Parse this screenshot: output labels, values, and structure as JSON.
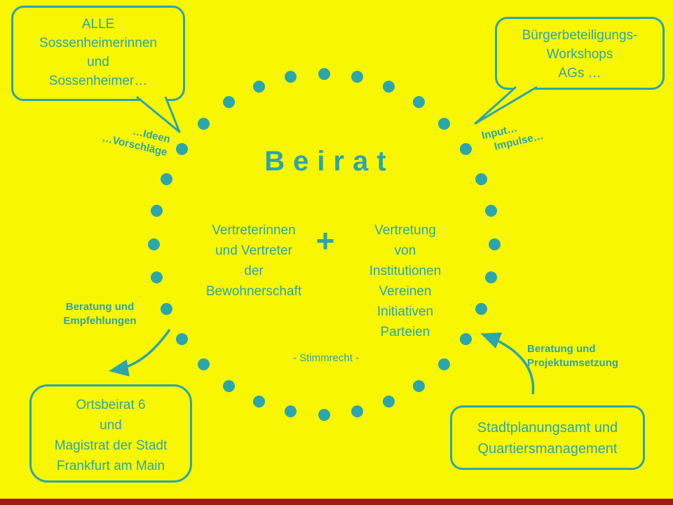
{
  "title": "Beirat",
  "center": {
    "left_group": [
      "Vertreterinnen",
      "und Vertreter",
      "der",
      "Bewohnerschaft"
    ],
    "plus": "+",
    "right_group": [
      "Vertretung",
      "von",
      "Institutionen",
      "Vereinen",
      "Initiativen",
      "Parteien"
    ],
    "voting_note": "- Stimmrecht -"
  },
  "bubbles": {
    "top_left": {
      "lines": [
        "ALLE",
        "Sossenheimerinnen",
        "und",
        "Sossenheimer…"
      ]
    },
    "top_right": {
      "lines": [
        "Bürgerbeteiligungs-",
        "Workshops",
        "AGs …"
      ]
    },
    "bottom_left": {
      "lines": [
        "Ortsbeirat 6",
        "und",
        "Magistrat der Stadt",
        "Frankfurt am Main"
      ]
    },
    "bottom_right": {
      "lines": [
        "Stadtplanungsamt und",
        "Quartiersmanagement"
      ]
    }
  },
  "labels": {
    "ideas": {
      "lines": [
        "…Ideen",
        "…Vorschläge"
      ]
    },
    "input": {
      "lines": [
        "Input…",
        "Impulse…"
      ]
    },
    "advice_left": {
      "lines": [
        "Beratung und",
        "Empfehlungen"
      ]
    },
    "advice_right": {
      "lines": [
        "Beratung und",
        "Projektumsetzung"
      ]
    }
  },
  "colors": {
    "background": "#F8F600",
    "teal": "#2BA6AC",
    "footer": "#9E1B1C"
  }
}
